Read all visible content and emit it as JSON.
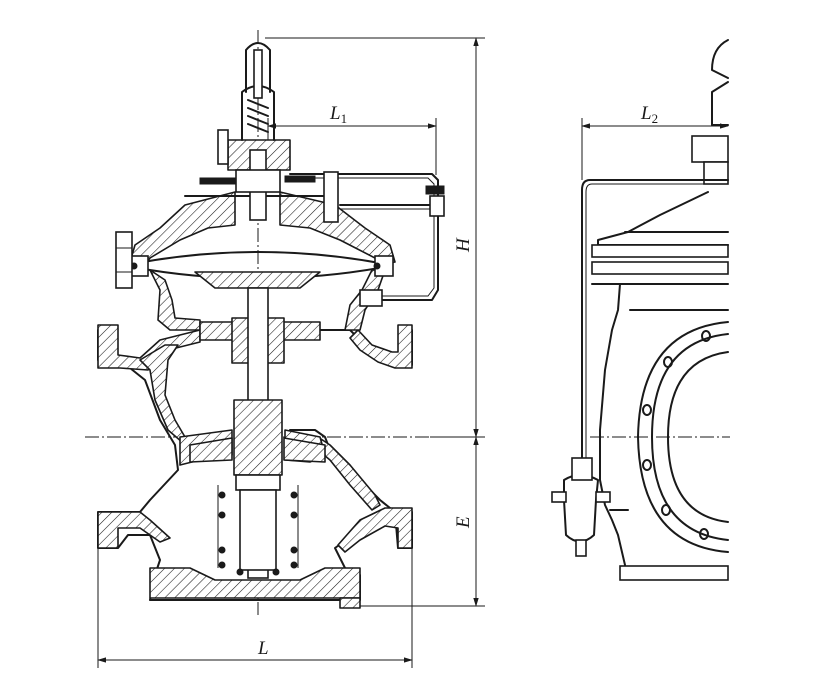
{
  "labels": {
    "L1": {
      "main": "L",
      "sub": "1"
    },
    "L2": {
      "main": "L",
      "sub": "2"
    },
    "H": "H",
    "E": "E",
    "L": "L"
  }
}
